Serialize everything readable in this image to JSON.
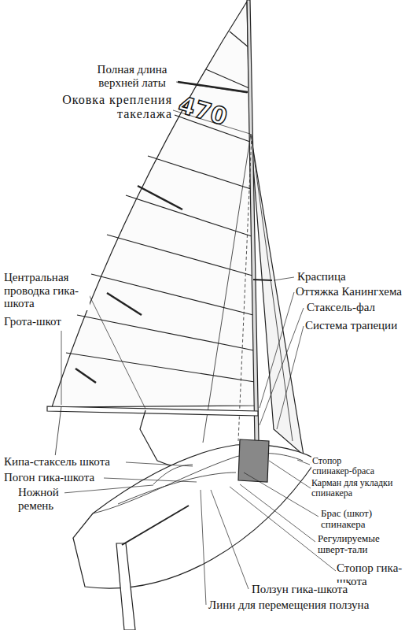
{
  "diagram": {
    "labels": [
      "Полная длина верхней латы",
      "Оковка крепления такелажа",
      "470",
      "Центральная проводка гика-шкота",
      "Грота-шкот",
      "Краспица",
      "Оттяжка Канингхема",
      "Стаксель-фал",
      "Система трапеции",
      "Кипа-стаксель шкота",
      "Погон гика-шкота",
      "Ножной ремень",
      "Стопор спинакер-браса",
      "Карман для укладки спинакера",
      "Брас (шкот) спинакера",
      "Регулируемые шверт-тали",
      "Стопор гика-шкота",
      "Ползун гика-шкота",
      "Лини для перемещения ползуна"
    ]
  }
}
